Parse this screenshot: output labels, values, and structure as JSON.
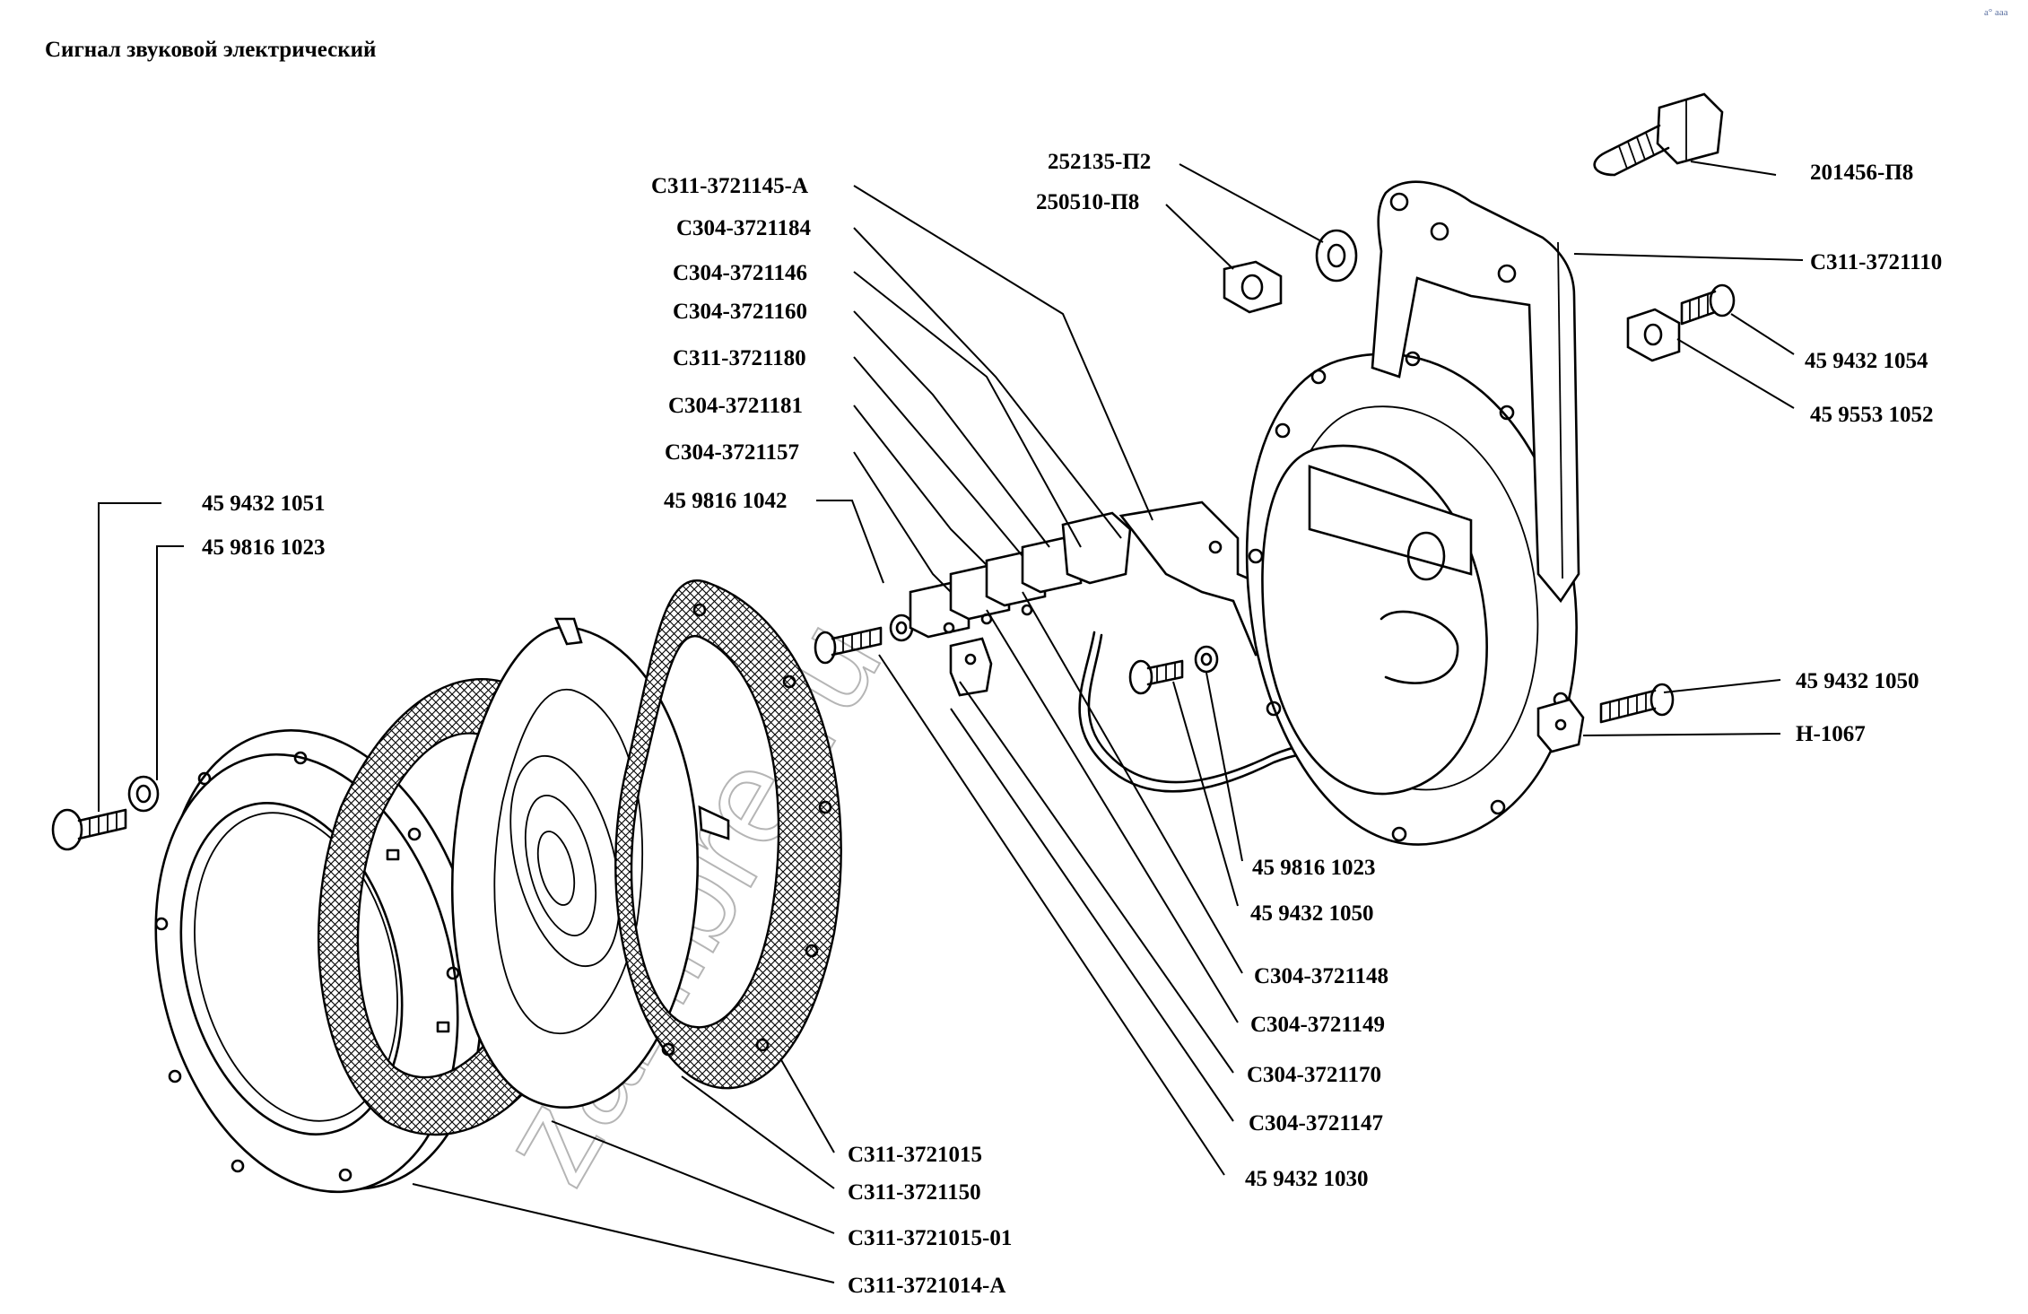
{
  "title": "Сигнал звуковой электрический",
  "corner_mark": "a° aaa",
  "watermark": "zazlibre.ru",
  "labels": [
    {
      "id": "201456-p8",
      "text": "201456-П8"
    },
    {
      "id": "252135-p2",
      "text": "252135-П2"
    },
    {
      "id": "250510-p8",
      "text": "250510-П8"
    },
    {
      "id": "c311-3721145-a",
      "text": "С311-3721145-А"
    },
    {
      "id": "c304-3721184",
      "text": "С304-3721184"
    },
    {
      "id": "c304-3721146",
      "text": "С304-3721146"
    },
    {
      "id": "c304-3721160",
      "text": "С304-3721160"
    },
    {
      "id": "c311-3721180",
      "text": "С311-3721180"
    },
    {
      "id": "c304-3721181",
      "text": "С304-3721181"
    },
    {
      "id": "c304-3721157",
      "text": "С304-3721157"
    },
    {
      "id": "45-9816-1042",
      "text": "45 9816 1042"
    },
    {
      "id": "45-9432-1051",
      "text": "45 9432 1051"
    },
    {
      "id": "45-9816-1023-left",
      "text": "45 9816 1023"
    },
    {
      "id": "c311-3721110",
      "text": "С311-3721110"
    },
    {
      "id": "45-9432-1054",
      "text": "45 9432 1054"
    },
    {
      "id": "45-9553-1052",
      "text": "45 9553 1052"
    },
    {
      "id": "45-9432-1050-right",
      "text": "45 9432 1050"
    },
    {
      "id": "h-1067",
      "text": "Н-1067"
    },
    {
      "id": "45-9816-1023-mid",
      "text": "45 9816 1023"
    },
    {
      "id": "45-9432-1050-mid",
      "text": "45 9432 1050"
    },
    {
      "id": "c304-3721148",
      "text": "С304-3721148"
    },
    {
      "id": "c304-3721149",
      "text": "С304-3721149"
    },
    {
      "id": "c304-3721170",
      "text": "С304-3721170"
    },
    {
      "id": "c304-3721147",
      "text": "С304-3721147"
    },
    {
      "id": "45-9432-1030",
      "text": "45 9432 1030"
    },
    {
      "id": "c311-3721015",
      "text": "С311-3721015"
    },
    {
      "id": "c311-3721150",
      "text": "С311-3721150"
    },
    {
      "id": "c311-3721015-01",
      "text": "С311-3721015-01"
    },
    {
      "id": "c311-3721014-a",
      "text": "С311-3721014-А"
    }
  ]
}
